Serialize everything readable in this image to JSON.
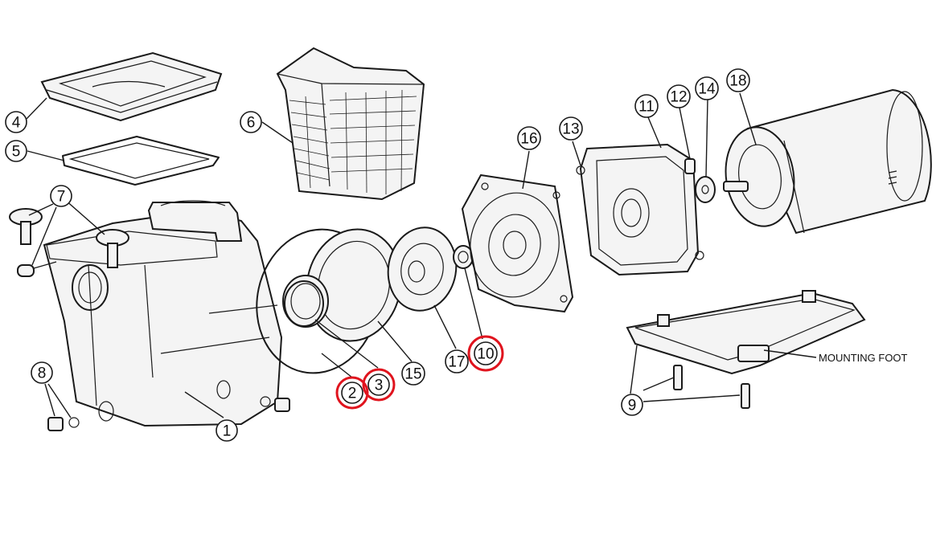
{
  "diagram": {
    "highlight_color": "#e0141e",
    "callouts": [
      {
        "id": "c1",
        "label": "1",
        "highlighted": false
      },
      {
        "id": "c2",
        "label": "2",
        "highlighted": true
      },
      {
        "id": "c3",
        "label": "3",
        "highlighted": true
      },
      {
        "id": "c4",
        "label": "4",
        "highlighted": false
      },
      {
        "id": "c5",
        "label": "5",
        "highlighted": false
      },
      {
        "id": "c6",
        "label": "6",
        "highlighted": false
      },
      {
        "id": "c7",
        "label": "7",
        "highlighted": false
      },
      {
        "id": "c8",
        "label": "8",
        "highlighted": false
      },
      {
        "id": "c9",
        "label": "9",
        "highlighted": false
      },
      {
        "id": "c10",
        "label": "10",
        "highlighted": true
      },
      {
        "id": "c11",
        "label": "11",
        "highlighted": false
      },
      {
        "id": "c12",
        "label": "12",
        "highlighted": false
      },
      {
        "id": "c13",
        "label": "13",
        "highlighted": false
      },
      {
        "id": "c14",
        "label": "14",
        "highlighted": false
      },
      {
        "id": "c15",
        "label": "15",
        "highlighted": false
      },
      {
        "id": "c16",
        "label": "16",
        "highlighted": false
      },
      {
        "id": "c17",
        "label": "17",
        "highlighted": false
      },
      {
        "id": "c18",
        "label": "18",
        "highlighted": false
      }
    ],
    "caption_mounting_foot": "MOUNTING FOOT"
  }
}
